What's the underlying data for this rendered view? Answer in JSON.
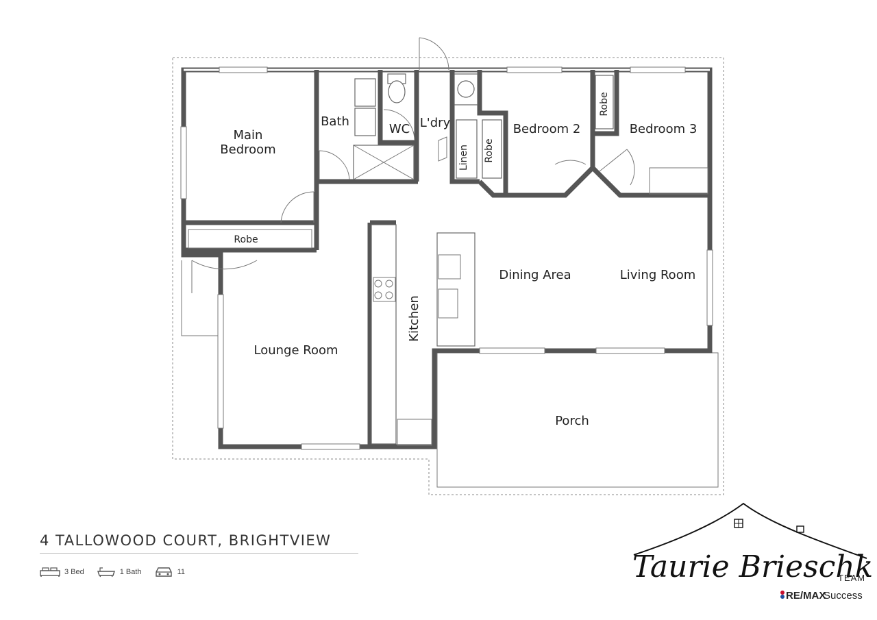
{
  "rooms": {
    "main_bedroom": [
      "Main",
      "Bedroom"
    ],
    "bath": "Bath",
    "wc": "WC",
    "laundry": "L'dry",
    "linen": "Linen",
    "robe_hall": "Robe",
    "bedroom2": "Bedroom 2",
    "robe_b3": "Robe",
    "bedroom3": "Bedroom 3",
    "robe_main": "Robe",
    "kitchen": "Kitchen",
    "dining": "Dining Area",
    "living": "Living Room",
    "lounge": "Lounge Room",
    "porch": "Porch"
  },
  "address": "4 TALLOWOOD COURT, BRIGHTVIEW",
  "features": {
    "bed": "3 Bed",
    "bath": "1 Bath",
    "car": "11"
  },
  "brand": {
    "name": "Taurie Brieschke",
    "team": "TEAM",
    "remax": "RE/MAX",
    "success": "Success"
  },
  "icons": [
    "bed-icon",
    "bath-icon",
    "car-icon",
    "house-roof-icon"
  ]
}
